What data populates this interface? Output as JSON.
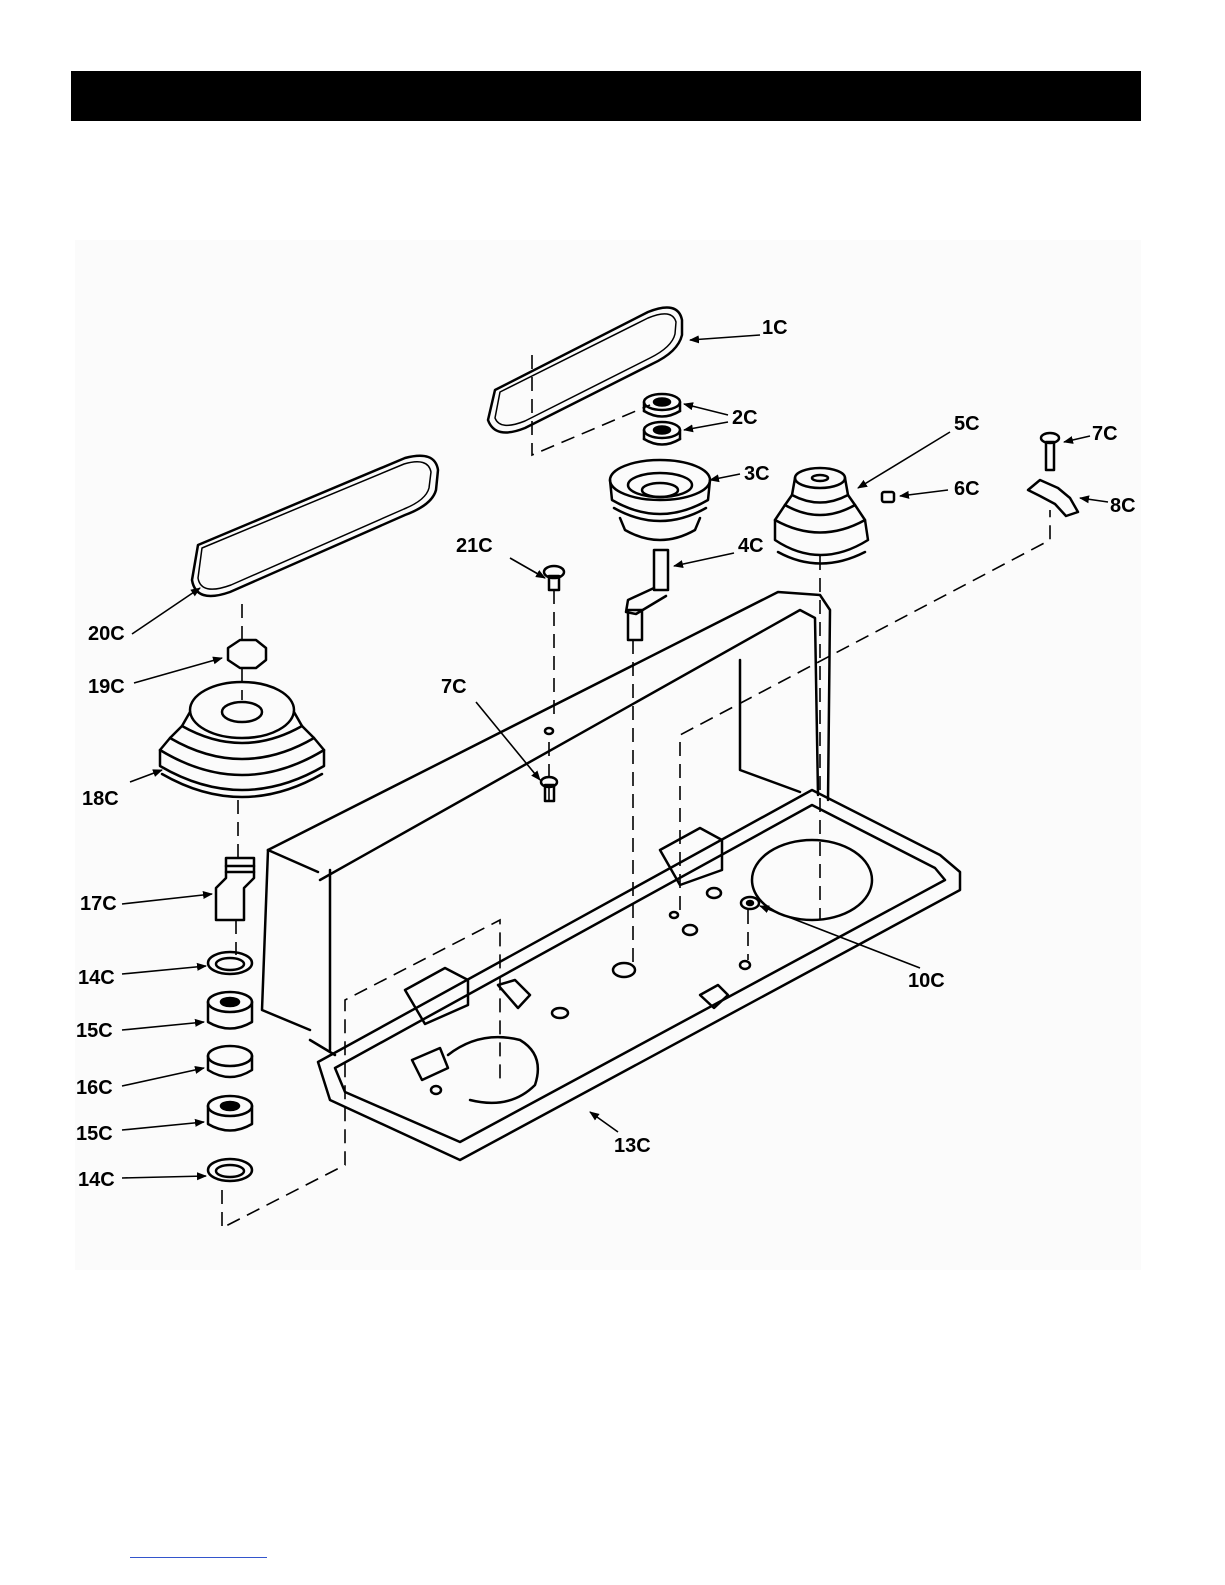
{
  "header": {
    "bar_color": "#000000",
    "title": ""
  },
  "diagram": {
    "labels": {
      "1C": "1C",
      "2C": "2C",
      "3C": "3C",
      "4C": "4C",
      "5C": "5C",
      "6C": "6C",
      "7C_top": "7C",
      "8C": "8C",
      "21C": "21C",
      "20C": "20C",
      "19C": "19C",
      "7C_mid": "7C",
      "18C": "18C",
      "17C": "17C",
      "14C_top": "14C",
      "15C_top": "15C",
      "16C": "16C",
      "15C_bottom": "15C",
      "14C_bottom": "14C",
      "10C": "10C",
      "13C": "13C"
    }
  },
  "footer": {
    "rule_color": "#3355cc"
  }
}
